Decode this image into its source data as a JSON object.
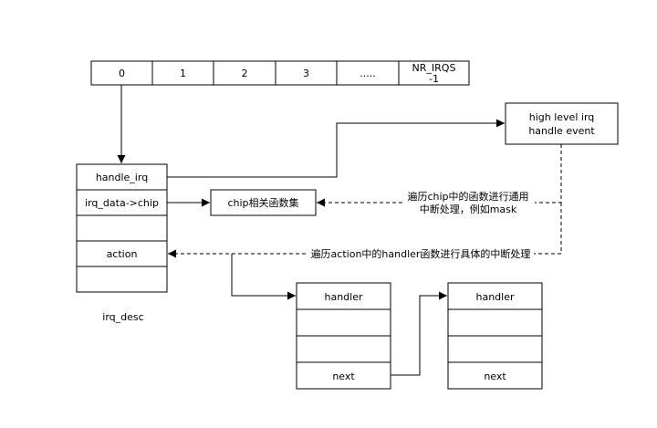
{
  "irq_array": {
    "cells": [
      "0",
      "1",
      "2",
      "3",
      ".....",
      "NR_IRQS",
      "-1"
    ]
  },
  "irq_desc": {
    "fields": [
      "handle_irq",
      "irq_data->chip",
      "",
      "action",
      ""
    ],
    "caption": "irq_desc"
  },
  "high_level": {
    "line1": "high level irq",
    "line2": "handle event"
  },
  "chip_box": {
    "label": "chip相关函数集"
  },
  "annotations": {
    "chip_line1": "遍历chip中的函数进行通用",
    "chip_line2": "中断处理，例如mask",
    "action_line": "遍历action中的handler函数进行具体的中断处理"
  },
  "action_list": [
    {
      "fields": [
        "handler",
        "",
        "",
        "next"
      ]
    },
    {
      "fields": [
        "handler",
        "",
        "",
        "next"
      ]
    }
  ]
}
